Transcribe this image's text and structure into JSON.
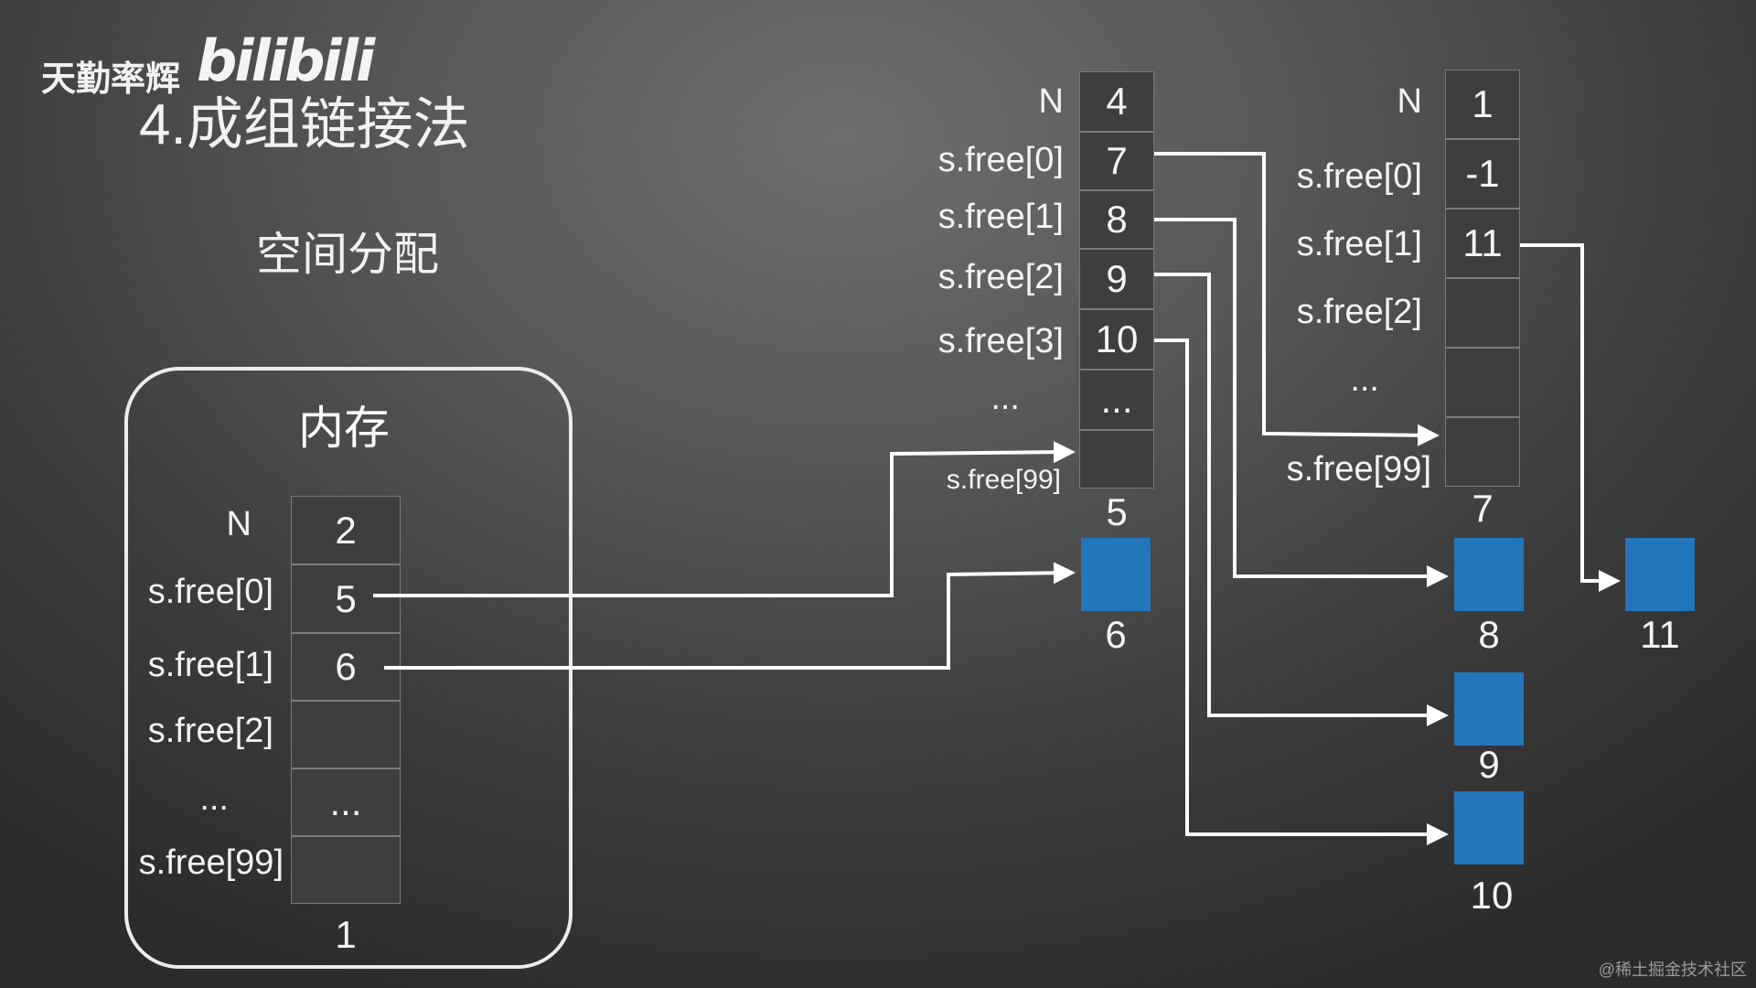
{
  "watermark": {
    "text": "天勤率辉",
    "logo": "bilibili"
  },
  "title": "4.成组链接法",
  "subtitle": "空间分配",
  "memory": {
    "label": "内存",
    "table": {
      "labels": [
        "N",
        "s.free[0]",
        "s.free[1]",
        "s.free[2]",
        "...",
        "s.free[99]"
      ],
      "cells": [
        "2",
        "5",
        "6",
        "",
        "...",
        ""
      ],
      "block_number": "1"
    }
  },
  "group_table_5": {
    "labels": [
      "N",
      "s.free[0]",
      "s.free[1]",
      "s.free[2]",
      "s.free[3]",
      "...",
      "s.free[99]"
    ],
    "cells": [
      "4",
      "7",
      "8",
      "9",
      "10",
      "...",
      ""
    ],
    "block_number": "5"
  },
  "group_table_7": {
    "labels": [
      "N",
      "s.free[0]",
      "s.free[1]",
      "s.free[2]",
      "...",
      "s.free[99]"
    ],
    "cells": [
      "1",
      "-1",
      "11",
      "",
      "",
      ""
    ],
    "block_number": "7"
  },
  "blocks": [
    {
      "number": "6"
    },
    {
      "number": "8"
    },
    {
      "number": "11"
    },
    {
      "number": "9"
    },
    {
      "number": "10"
    }
  ],
  "colors": {
    "block": "#2476bb",
    "arrow": "#ffffff",
    "cell": "#3e3e3e",
    "border": "#ececec"
  },
  "footer": "@稀土掘金技术社区"
}
